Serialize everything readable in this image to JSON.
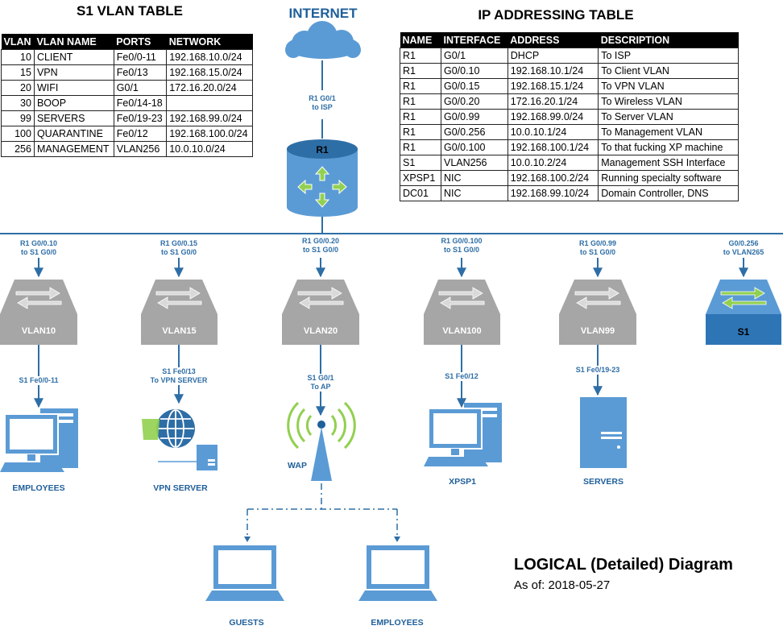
{
  "vlan_table": {
    "title": "S1 VLAN TABLE",
    "headers": [
      "VLAN",
      "VLAN NAME",
      "PORTS",
      "NETWORK"
    ],
    "rows": [
      [
        "10",
        "CLIENT",
        "Fe0/0-11",
        "192.168.10.0/24"
      ],
      [
        "15",
        "VPN",
        "Fe0/13",
        "192.168.15.0/24"
      ],
      [
        "20",
        "WIFI",
        "G0/1",
        "172.16.20.0/24"
      ],
      [
        "30",
        "BOOP",
        "Fe0/14-18",
        ""
      ],
      [
        "99",
        "SERVERS",
        "Fe0/19-23",
        "192.168.99.0/24"
      ],
      [
        "100",
        "QUARANTINE",
        "Fe0/12",
        "192.168.100.0/24"
      ],
      [
        "256",
        "MANAGEMENT",
        "VLAN256",
        "10.0.10.0/24"
      ]
    ]
  },
  "ip_table": {
    "title": "IP ADDRESSING TABLE",
    "headers": [
      "NAME",
      "INTERFACE",
      "ADDRESS",
      "DESCRIPTION"
    ],
    "rows": [
      [
        "R1",
        "G0/1",
        "DHCP",
        "To ISP"
      ],
      [
        "R1",
        "G0/0.10",
        "192.168.10.1/24",
        "To Client VLAN"
      ],
      [
        "R1",
        "G0/0.15",
        "192.168.15.1/24",
        "To VPN VLAN"
      ],
      [
        "R1",
        "G0/0.20",
        "172.16.20.1/24",
        "To Wireless VLAN"
      ],
      [
        "R1",
        "G0/0.99",
        "192.168.99.0/24",
        "To Server VLAN"
      ],
      [
        "R1",
        "G0/0.256",
        "10.0.10.1/24",
        "To Management VLAN"
      ],
      [
        "R1",
        "G0/0.100",
        "192.168.100.1/24",
        "To that fucking XP machine"
      ],
      [
        "S1",
        "VLAN256",
        "10.0.10.2/24",
        "Management SSH Interface"
      ],
      [
        "XPSP1",
        "NIC",
        "192.168.100.2/24",
        "Running specialty software"
      ],
      [
        "DC01",
        "NIC",
        "192.168.99.10/24",
        "Domain Controller, DNS"
      ]
    ]
  },
  "internet": {
    "label": "INTERNET",
    "link": [
      "R1 G0/1",
      "to ISP"
    ]
  },
  "router": {
    "label": "R1"
  },
  "links": [
    [
      "R1 G0/0.10",
      "to S1 G0/0"
    ],
    [
      "R1 G0/0.15",
      "to S1 G0/0"
    ],
    [
      "R1 G0/0.20",
      "to S1 G0/0"
    ],
    [
      "R1 G0/0.100",
      "to S1 G0/0"
    ],
    [
      "R1 G0/0.99",
      "to S1 G0/0"
    ],
    [
      "G0/0.256",
      "to VLAN265"
    ]
  ],
  "switches": [
    "VLAN10",
    "VLAN15",
    "VLAN20",
    "VLAN100",
    "VLAN99",
    "S1"
  ],
  "ports": [
    [
      "S1 Fe0/0-11"
    ],
    [
      "S1 Fe0/13",
      "To VPN SERVER"
    ],
    [
      "S1 G0/1",
      "To AP"
    ],
    [
      "S1 Fe0/12"
    ],
    [
      "S1 Fe0/19-23"
    ]
  ],
  "devices": {
    "employees": "EMPLOYEES",
    "vpn_server": "VPN SERVER",
    "wap": "WAP",
    "xpsp1": "XPSP1",
    "servers": "SERVERS",
    "guests": "GUESTS",
    "employees_wifi": "EMPLOYEES"
  },
  "footer": {
    "title": "LOGICAL (Detailed) Diagram",
    "date": "As of: 2018-05-27"
  },
  "colors": {
    "blue": "#2e6ea6",
    "light_blue": "#5b9bd5",
    "gray": "#a6a6a6",
    "green": "#92d050"
  }
}
